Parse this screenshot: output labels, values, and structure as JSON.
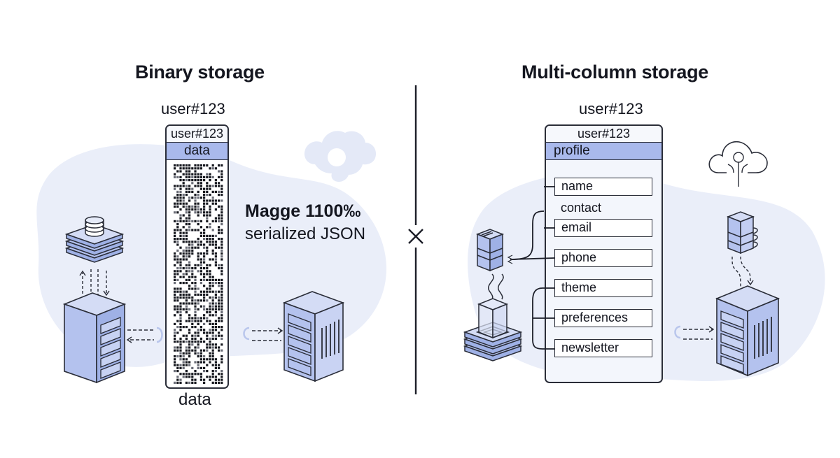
{
  "left": {
    "title": "Binary storage",
    "key_label": "user#123",
    "card": {
      "header": "user#123",
      "band": "data"
    },
    "bottom_label": "data",
    "annotation": {
      "headline": "Magge 1100‰",
      "subline": "serialized JSON"
    }
  },
  "divider": {
    "icon": "x-icon"
  },
  "right": {
    "title": "Multi-column storage",
    "key_label": "user#123",
    "card": {
      "header": "user#123",
      "band": "profile",
      "group_label": "contact",
      "fields": [
        "name",
        "email",
        "phone",
        "theme",
        "preferences",
        "newsletter"
      ]
    }
  },
  "colors": {
    "accent_fill": "#a9b9ec",
    "server_fill": "#b4c2ee",
    "blob": "#e9eef9",
    "ink": "#14161f"
  }
}
